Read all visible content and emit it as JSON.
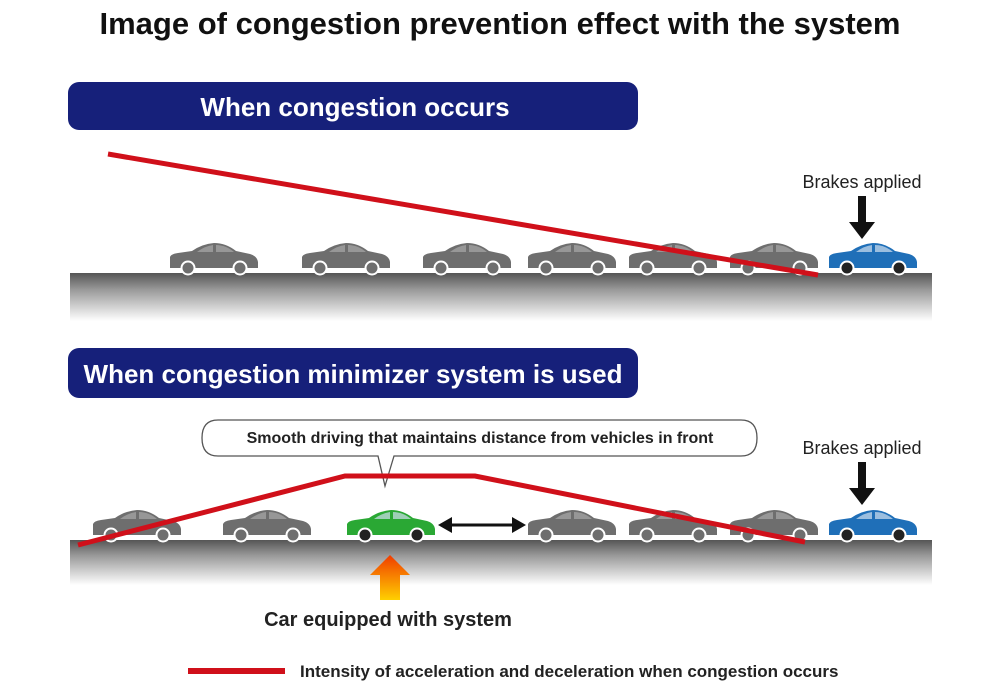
{
  "title": "Image of congestion prevention effect with the system",
  "panel_top": {
    "banner": "When congestion occurs",
    "brakes_label": "Brakes applied"
  },
  "panel_bottom": {
    "banner": "When congestion minimizer system is used",
    "callout": "Smooth driving that maintains distance from vehicles in front",
    "brakes_label": "Brakes applied",
    "equipped_label": "Car equipped with system"
  },
  "legend": {
    "label": "Intensity of acceleration and deceleration when congestion occurs"
  },
  "colors": {
    "banner": "#16207a",
    "intensity_line": "#d0101a",
    "car_gray": "#6e6e6e",
    "car_blue": "#1f6fb8",
    "car_green": "#2aa834",
    "arrow_orange": "#f05a00"
  }
}
